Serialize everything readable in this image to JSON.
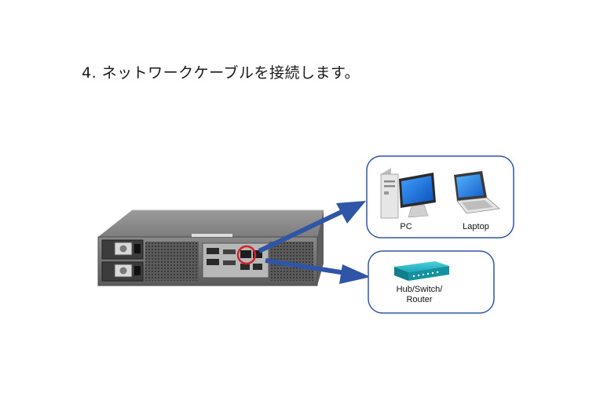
{
  "title": "4. ネットワークケーブルを接続します。",
  "devices": {
    "pc_label": "PC",
    "laptop_label": "Laptop",
    "hub_label_line1": "Hub/Switch/",
    "hub_label_line2": "Router"
  },
  "colors": {
    "arrow": "#2f56a6",
    "box_border": "#2f56a6",
    "highlight_circle": "#d2232a",
    "hub_body": "#1aa7b8",
    "chassis": "#6e6e6e"
  },
  "icons": [
    "server-chassis",
    "power-supply",
    "lan-port",
    "desktop-pc",
    "monitor",
    "laptop",
    "network-hub",
    "arrow"
  ]
}
